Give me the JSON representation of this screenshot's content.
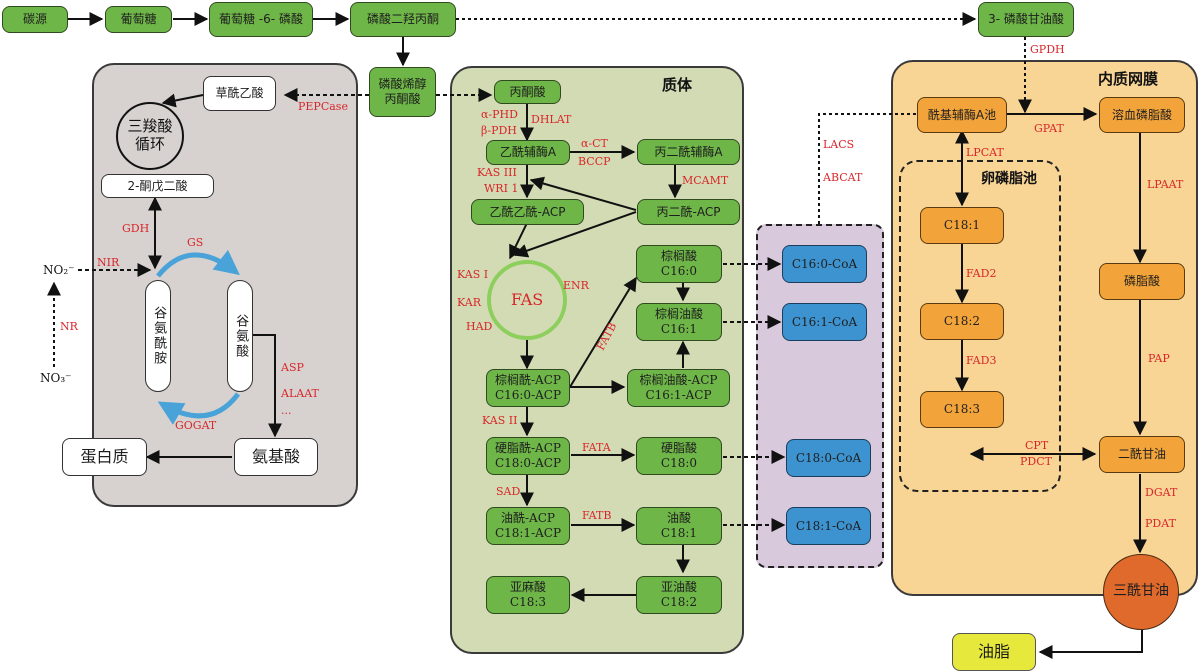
{
  "regions": {
    "mito": {
      "label": ""
    },
    "plastid": {
      "label": "质体"
    },
    "cytosol": {
      "label": ""
    },
    "er": {
      "label": "内质网膜"
    },
    "pc_pool": {
      "label": "卵磷脂池"
    }
  },
  "top_row": {
    "carbon": "碳源",
    "glucose": "葡萄糖",
    "g6p": "葡萄糖 -6- 磷酸",
    "dhap": "磷酸二羟丙酮",
    "g3p": "3- 磷酸甘油酸"
  },
  "pep": [
    "磷酸烯醇",
    "丙酮酸"
  ],
  "mito": {
    "oaa": "草酰乙酸",
    "tca": [
      "三羧酸",
      "循环"
    ],
    "akg": "2-酮戊二酸",
    "gln": "谷氨酰胺",
    "glu": "谷氨酸",
    "amino": "氨基酸",
    "protein": "蛋白质",
    "no2": "NO₂⁻",
    "no3": "NO₃⁻"
  },
  "plastid": {
    "pyruvate": "丙酮酸",
    "acetyl_coa": "乙酰辅酶A",
    "malonyl_coa": "丙二酰辅酶A",
    "acetoacetyl_acp": "乙酰乙酰-ACP",
    "malonyl_acp": "丙二酰-ACP",
    "fas": "FAS",
    "palmitic": [
      "棕榈酸",
      "C16:0"
    ],
    "palmitoleic": [
      "棕榈油酸",
      "C16:1"
    ],
    "palmitoyl_acp": [
      "棕榈酰-ACP",
      "C16:0-ACP"
    ],
    "palmitoleoyl_acp": [
      "棕榈油酸-ACP",
      "C16:1-ACP"
    ],
    "stearoyl_acp": [
      "硬脂酰-ACP",
      "C18:0-ACP"
    ],
    "stearic": [
      "硬脂酸",
      "C18:0"
    ],
    "oleoyl_acp": [
      "油酰-ACP",
      "C18:1-ACP"
    ],
    "oleic": [
      "油酸",
      "C18:1"
    ],
    "linolenic": [
      "亚麻酸",
      "C18:3"
    ],
    "linoleic": [
      "亚油酸",
      "C18:2"
    ]
  },
  "coa": [
    "C16:0-CoA",
    "C16:1-CoA",
    "C18:0-CoA",
    "C18:1-CoA"
  ],
  "er": {
    "acyl_pool": "酰基辅酶A池",
    "lpa": "溶血磷脂酸",
    "pa": "磷脂酸",
    "dag": "二酰甘油",
    "tag": "三酰甘油",
    "c181": "C18:1",
    "c182": "C18:2",
    "c183": "C18:3"
  },
  "oil": "油脂",
  "enzymes": {
    "pepcase": "PEPCase",
    "gdh": "GDH",
    "gs": "GS",
    "nir": "NIR",
    "nr": "NR",
    "asp": "ASP",
    "alaat": "ALAAT",
    "ellipsis": "...",
    "gogat": "GOGAT",
    "phd": "α-PHD",
    "pdh": "β-PDH",
    "dhlat": "DHLAT",
    "act": "α-CT",
    "bccp": "BCCP",
    "kas3": "KAS III",
    "wri1": "WRI 1",
    "mcamt": "MCAMT",
    "kas1": "KAS I",
    "kar": "KAR",
    "had": "HAD",
    "enr": "ENR",
    "fatb1": "FATB",
    "kas2": "KAS II",
    "fata": "FATA",
    "sad": "SAD",
    "fatb2": "FATB",
    "lacs": "LACS",
    "abcat": "ABCAT",
    "gpdh": "GPDH",
    "gpat": "GPAT",
    "lpcat": "LPCAT",
    "lpaat": "LPAAT",
    "fad2": "FAD2",
    "fad3": "FAD3",
    "pap": "PAP",
    "cpt": "CPT",
    "pdct": "PDCT",
    "dgat": "DGAT",
    "pdat": "PDAT"
  },
  "colors": {
    "green_node": "#6fb648",
    "mito_bg": "#d7d2d0",
    "plastid_bg": "#d3dbb4",
    "cytosol_bg": "#d8c9dc",
    "er_bg": "#f8d595",
    "orange_node": "#f2a43a",
    "blue_node": "#3d93cf",
    "tag_node": "#e06a2c",
    "oil_node": "#e6e83c",
    "enzyme_text": "#d9262a",
    "cycle_blue": "#4aa3d8",
    "fas_ring": "#8ccf5c"
  }
}
